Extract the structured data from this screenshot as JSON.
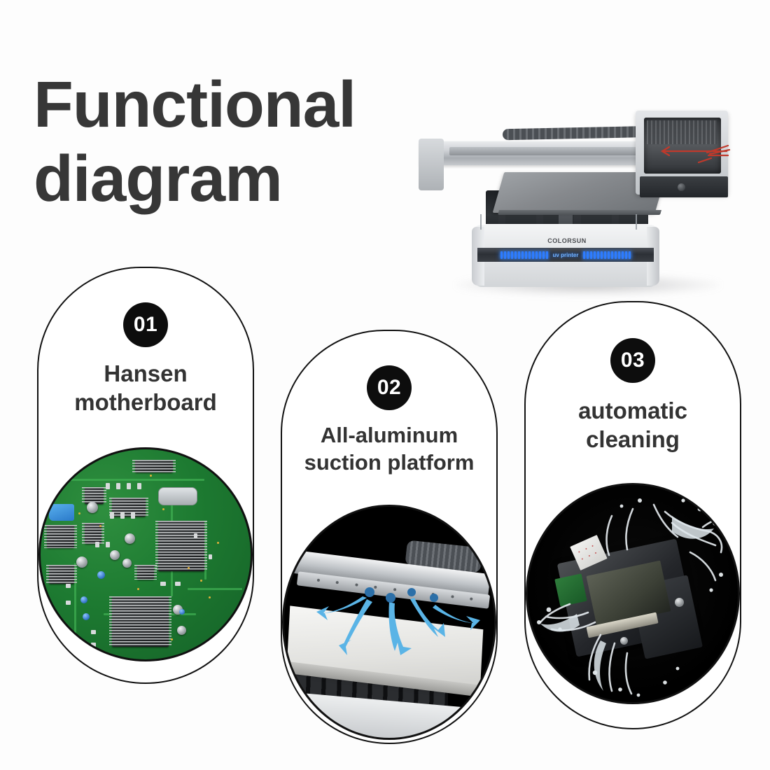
{
  "page": {
    "background_color": "#fdfdfd",
    "title_color": "#373737",
    "accent_color": "#111111",
    "label_color": "#333333"
  },
  "header": {
    "title_line1": "Functional",
    "title_line2": "diagram"
  },
  "hero": {
    "product_name": "COLORSUN",
    "led_text": "uv printer",
    "alt": "uv-flatbed-printer"
  },
  "cards": [
    {
      "number": "01",
      "label": "Hansen\nmotherboard",
      "image": "circuit-board-photo"
    },
    {
      "number": "02",
      "label": "All-aluminum\nsuction platform",
      "image": "suction-platform-photo"
    },
    {
      "number": "03",
      "label": "automatic\ncleaning",
      "image": "print-head-cleaning-photo"
    }
  ]
}
